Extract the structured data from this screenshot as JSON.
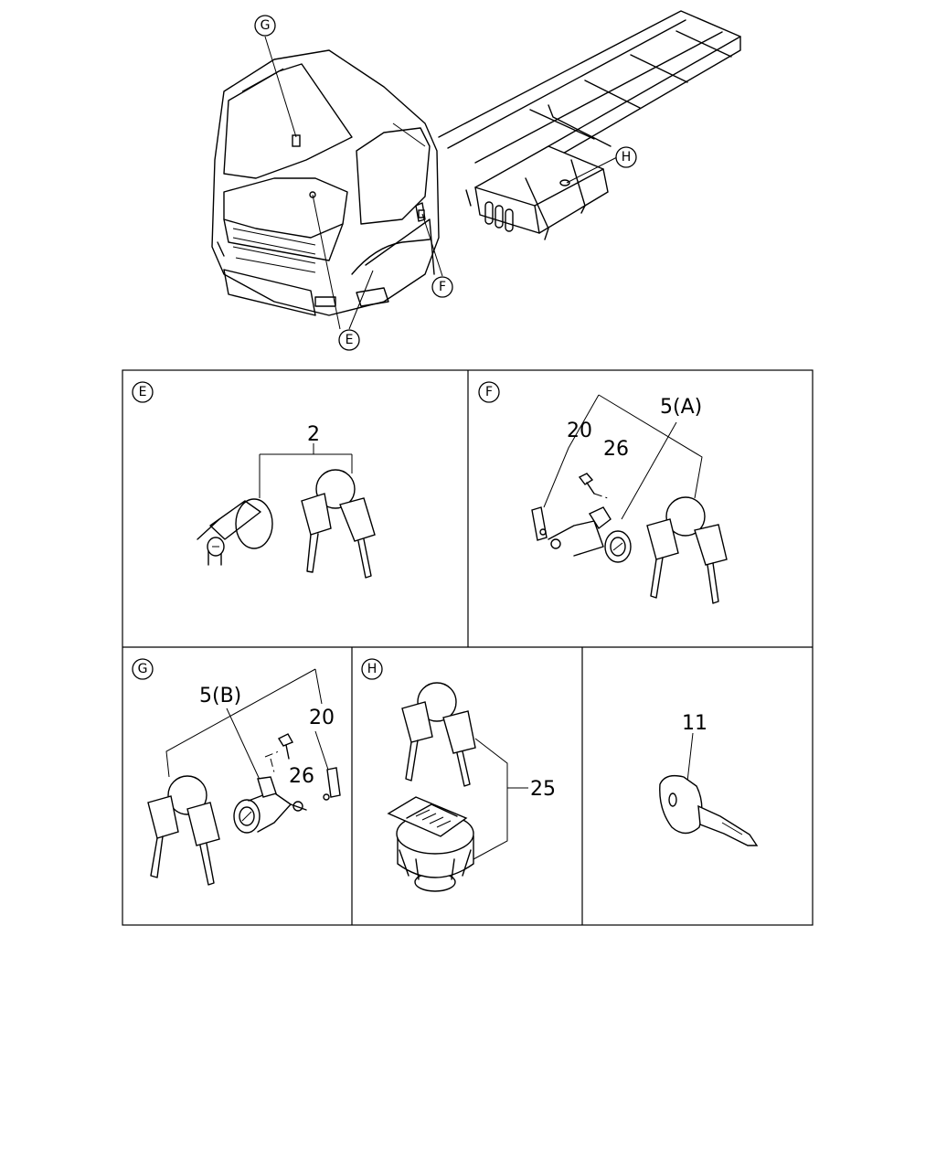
{
  "overview_callouts": {
    "E": "E",
    "F": "F",
    "G": "G",
    "H": "H"
  },
  "panels": {
    "E": {
      "tag": "E",
      "parts": {
        "p2": "2"
      }
    },
    "F": {
      "tag": "F",
      "parts": {
        "p20": "20",
        "p26": "26",
        "p5a": "5(A)"
      }
    },
    "G": {
      "tag": "G",
      "parts": {
        "p5b": "5(B)",
        "p20": "20",
        "p26": "26"
      }
    },
    "H": {
      "tag": "H",
      "parts": {
        "p25": "25"
      }
    },
    "K": {
      "parts": {
        "p11": "11"
      }
    }
  }
}
